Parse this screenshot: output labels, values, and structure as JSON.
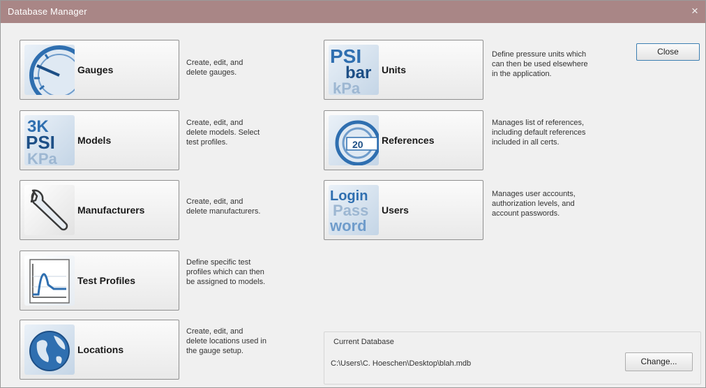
{
  "window": {
    "title": "Database Manager",
    "close_glyph": "×"
  },
  "tiles": [
    {
      "id": "gauges",
      "label": "Gauges",
      "icon": "gauge-icon",
      "description": "Create, edit, and\ndelete gauges."
    },
    {
      "id": "models",
      "label": "Models",
      "icon": "models-icon",
      "description": "Create, edit, and\ndelete models. Select\ntest profiles."
    },
    {
      "id": "manufacturers",
      "label": "Manufacturers",
      "icon": "wrench-icon",
      "description": "Create, edit, and\ndelete manufacturers."
    },
    {
      "id": "test-profiles",
      "label": "Test Profiles",
      "icon": "chart-icon",
      "description": "Define specific test\nprofiles which can then\nbe assigned to models."
    },
    {
      "id": "locations",
      "label": "Locations",
      "icon": "globe-icon",
      "description": "Create, edit, and\ndelete locations used in\nthe gauge setup."
    },
    {
      "id": "units",
      "label": "Units",
      "icon": "units-icon",
      "description": "Define pressure units which\ncan then be used elsewhere\nin the application."
    },
    {
      "id": "references",
      "label": "References",
      "icon": "references-icon",
      "description": "Manages list of references,\nincluding default references\nincluded in all certs."
    },
    {
      "id": "users",
      "label": "Users",
      "icon": "users-icon",
      "description": "Manages user accounts,\nauthorization levels, and\naccount passwords."
    }
  ],
  "icon_text": {
    "models": [
      "3K",
      "PSI",
      "KPa"
    ],
    "units": [
      "PSI",
      "bar",
      "kPa"
    ],
    "references": "20",
    "users": [
      "Login",
      "Pass",
      "word"
    ]
  },
  "close_button": "Close",
  "database": {
    "label": "Current Database",
    "path": "C:\\Users\\C. Hoeschen\\Desktop\\blah.mdb",
    "change_button": "Change..."
  },
  "colors": {
    "titlebar": "#a98686",
    "accent_blue": "#2f6fb0",
    "focus_border": "#3c7fb1"
  }
}
